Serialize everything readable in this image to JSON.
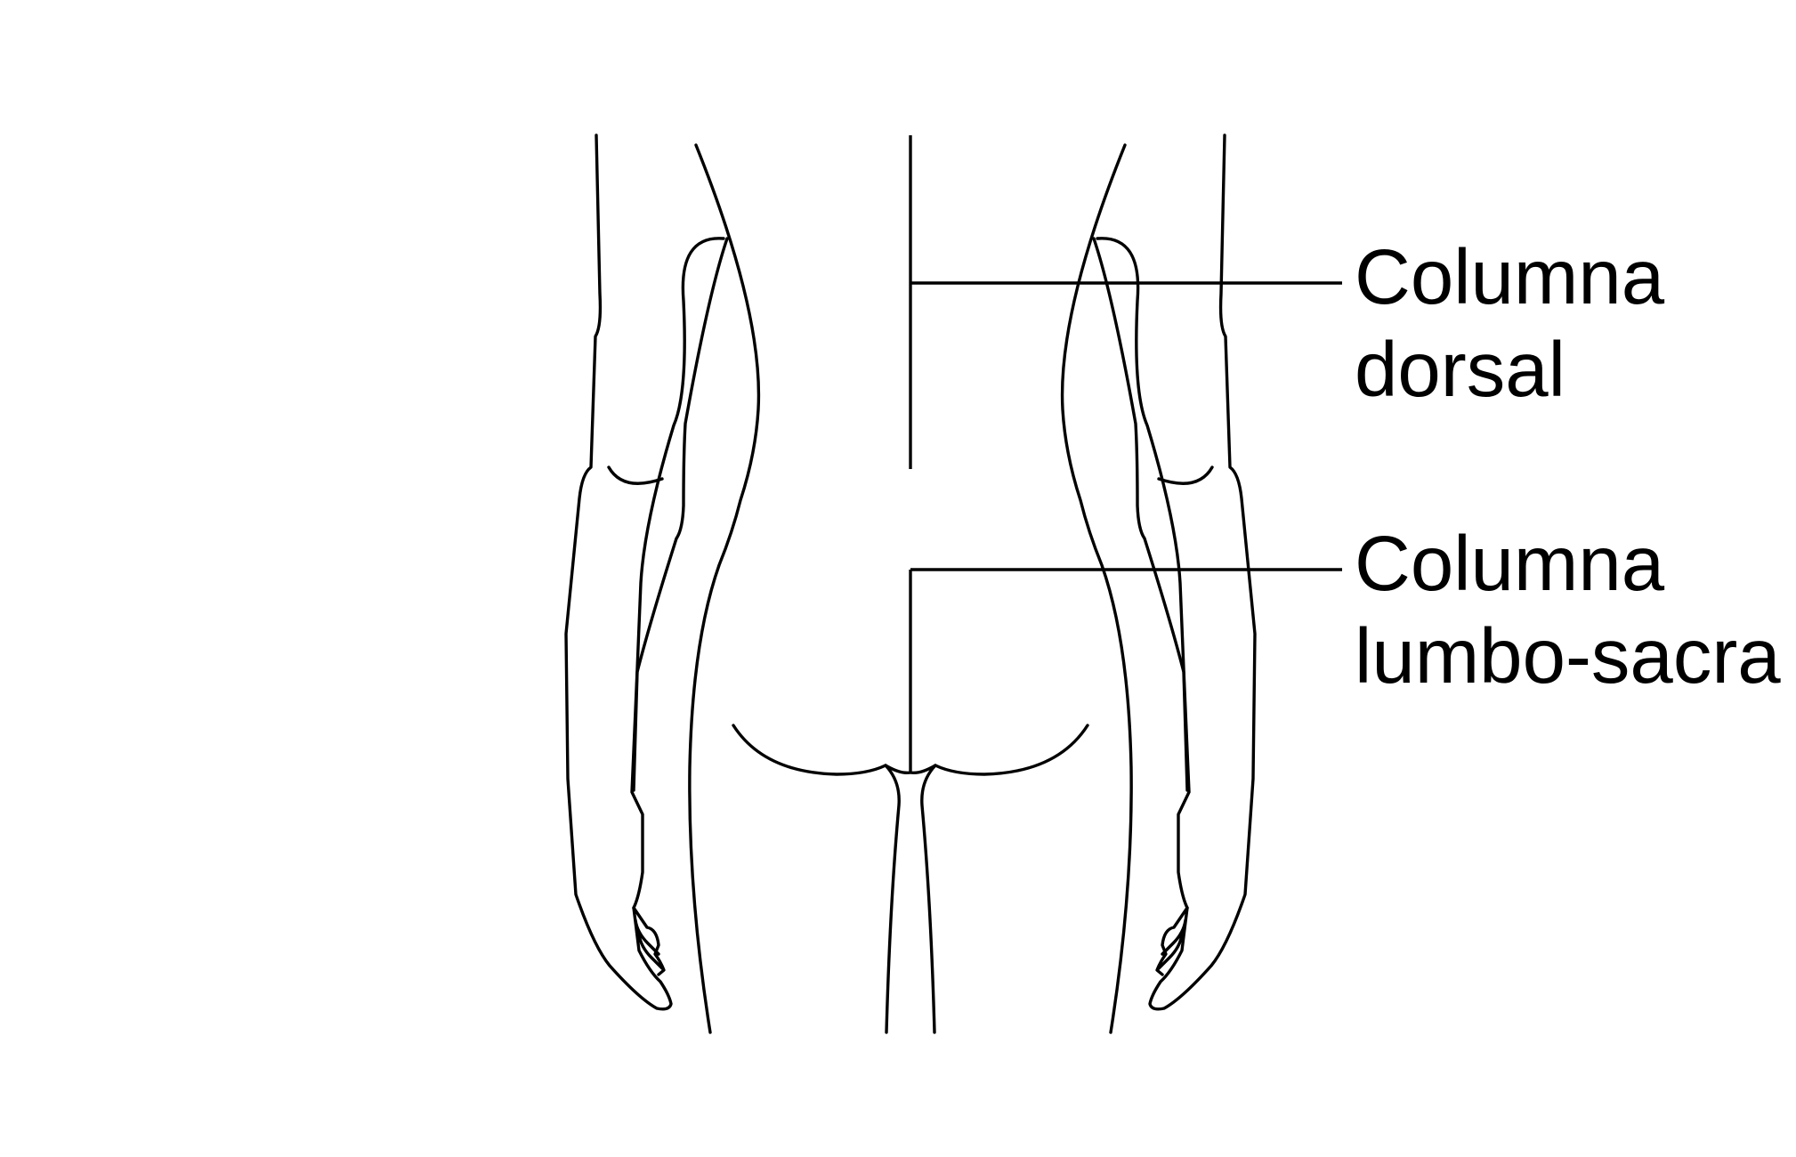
{
  "labels": {
    "dorsal": {
      "line1": "Columna",
      "line2": "dorsal"
    },
    "lumbosacral": {
      "line1": "Columna",
      "line2": "lumbo-sacra"
    }
  },
  "colors": {
    "stroke": "#000000",
    "background": "#ffffff"
  }
}
